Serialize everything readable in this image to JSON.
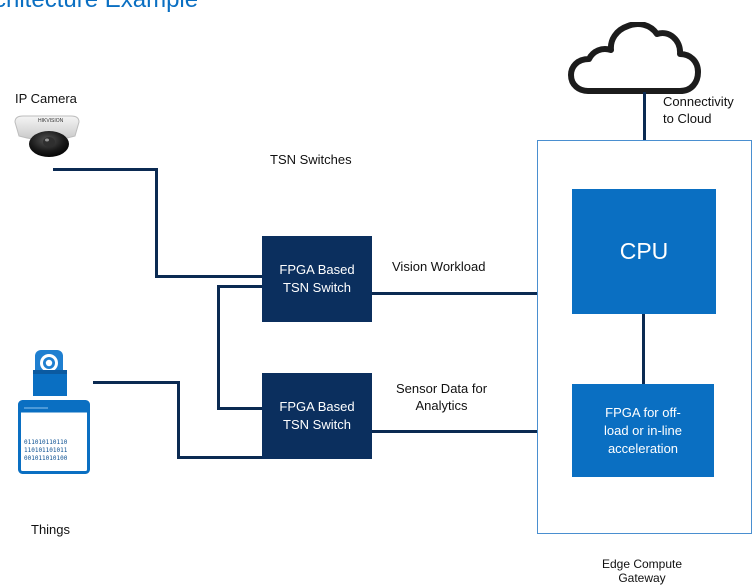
{
  "diagram": {
    "title": "chitecture Example",
    "nodes": {
      "ip_camera": "IP Camera",
      "camera_brand": "HIKVISION",
      "tsn_switches": "TSN Switches",
      "things": "Things",
      "binary_lines": [
        "011010110110",
        "110101101011",
        "001011010100"
      ],
      "switch_top": "FPGA Based\nTSN Switch",
      "switch_bottom": "FPGA Based\nTSN Switch",
      "cpu": "CPU",
      "fpga_accel": "FPGA for off-\nload or in-line\nacceleration",
      "gateway": "Edge Compute\nGateway",
      "cloud_link": "Connectivity\nto Cloud"
    },
    "edges": {
      "vision": "Vision Workload",
      "sensor": "Sensor Data for\nAnalytics"
    },
    "colors": {
      "title": "#0a6fc2",
      "switch": "#0b2f5e",
      "cpu": "#0a6fc2",
      "wire": "#0b2a52",
      "gateway_border": "#4a8fd0"
    }
  }
}
